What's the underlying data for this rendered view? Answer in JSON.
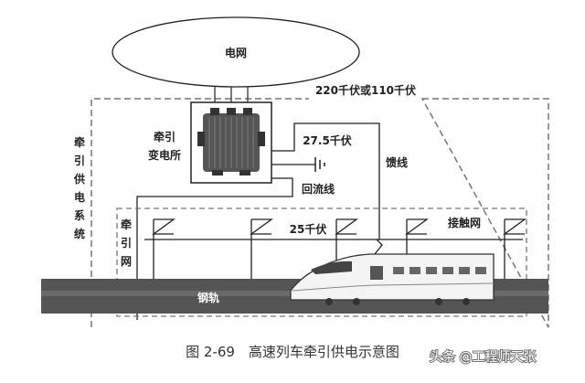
{
  "diagram": {
    "grid_label": "电网",
    "voltage_transmission": "220千伏或110千伏",
    "substation_label_line1": "牵引",
    "substation_label_line2": "变电所",
    "feeder_voltage": "27.5千伏",
    "feeder_label": "馈线",
    "return_label": "回流线",
    "system_label": [
      "牵",
      "引",
      "供",
      "电",
      "系",
      "统"
    ],
    "network_label": [
      "牵",
      "引",
      "网"
    ],
    "contact_voltage": "25千伏",
    "catenary_label": "接触网",
    "rail_label": "钢轨"
  },
  "caption": "图 2-69　高速列车牵引供电示意图",
  "watermark": "头条 @工程师天张"
}
